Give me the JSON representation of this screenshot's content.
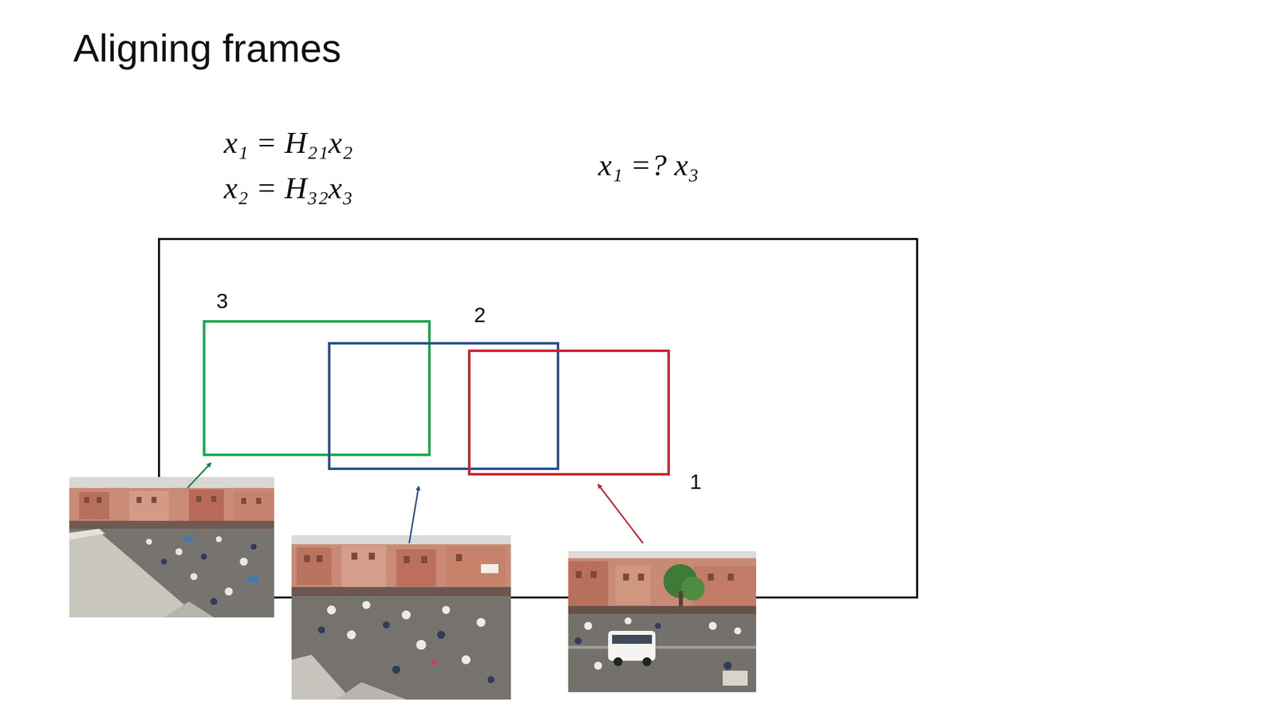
{
  "diagram": {
    "title": "Aligning frames",
    "nodes": [
      {
        "text": [
          "3"
        ]
      },
      {
        "text": [
          "2"
        ]
      },
      {
        "text": [
          "1"
        ]
      }
    ],
    "labels": [
      "x₁ = H₂₁x₂",
      "x₂ = H₃₂x₃",
      "x₁ =? x₃"
    ]
  }
}
